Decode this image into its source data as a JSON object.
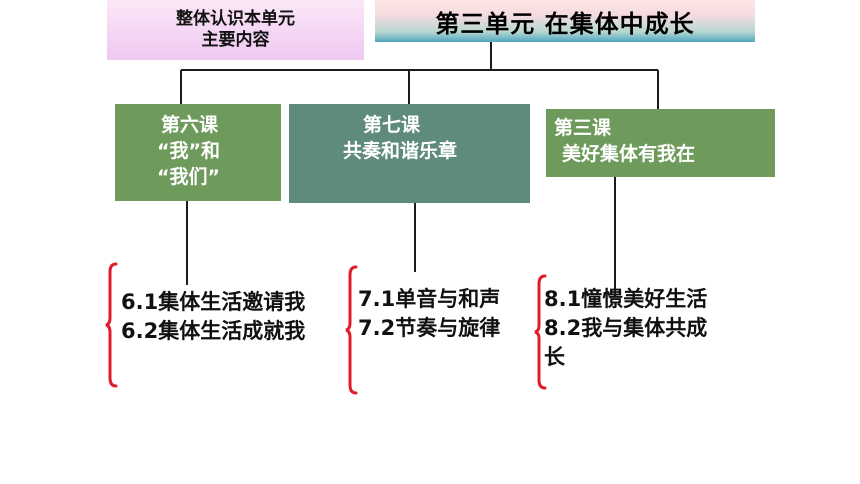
{
  "overview": {
    "line1": "整体认识本单元",
    "line2": "主要内容"
  },
  "unit": {
    "title": "第三单元 在集体中成长"
  },
  "lessons": [
    {
      "line1": "第六课",
      "line2": "“我”和",
      "line3": "“我们”",
      "color": "#6e9a5b",
      "subtopics": [
        "6.1集体生活邀请我",
        "6.2集体生活成就我"
      ]
    },
    {
      "line1": "第七课",
      "line2": "共奏和谐乐章",
      "color": "#5f8b7f",
      "subtopics": [
        "7.1单音与和声",
        "7.2节奏与旋律"
      ]
    },
    {
      "line1": "第三课",
      "line2": "美好集体有我在",
      "color": "#6e9a5b",
      "subtopics": [
        "8.1憧憬美好生活",
        "8.2我与集体共成",
        "长"
      ]
    }
  ],
  "colors": {
    "brace": "#e01c2a",
    "connector": "#1a1a1a"
  }
}
